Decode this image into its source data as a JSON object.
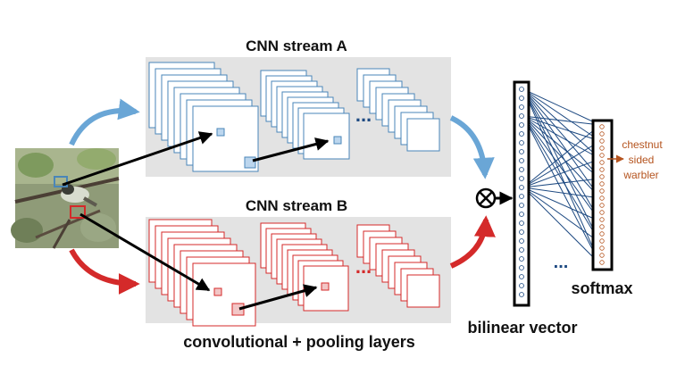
{
  "stream_a": {
    "title": "CNN stream A",
    "color": "#4a86b8"
  },
  "stream_b": {
    "title": "CNN stream B",
    "color": "#d42a2a"
  },
  "ellipsis": "...",
  "layers_label": "convolutional + pooling layers",
  "bilinear_label": "bilinear vector",
  "softmax_label": "softmax",
  "class_label": {
    "line1": "chestnut",
    "line2": "sided",
    "line3": "warbler"
  },
  "colors": {
    "panel": "#e3e3e3",
    "connection": "#1e4a82",
    "class_text": "#b5541f"
  },
  "icons": {
    "combine": "circled-times-icon"
  }
}
